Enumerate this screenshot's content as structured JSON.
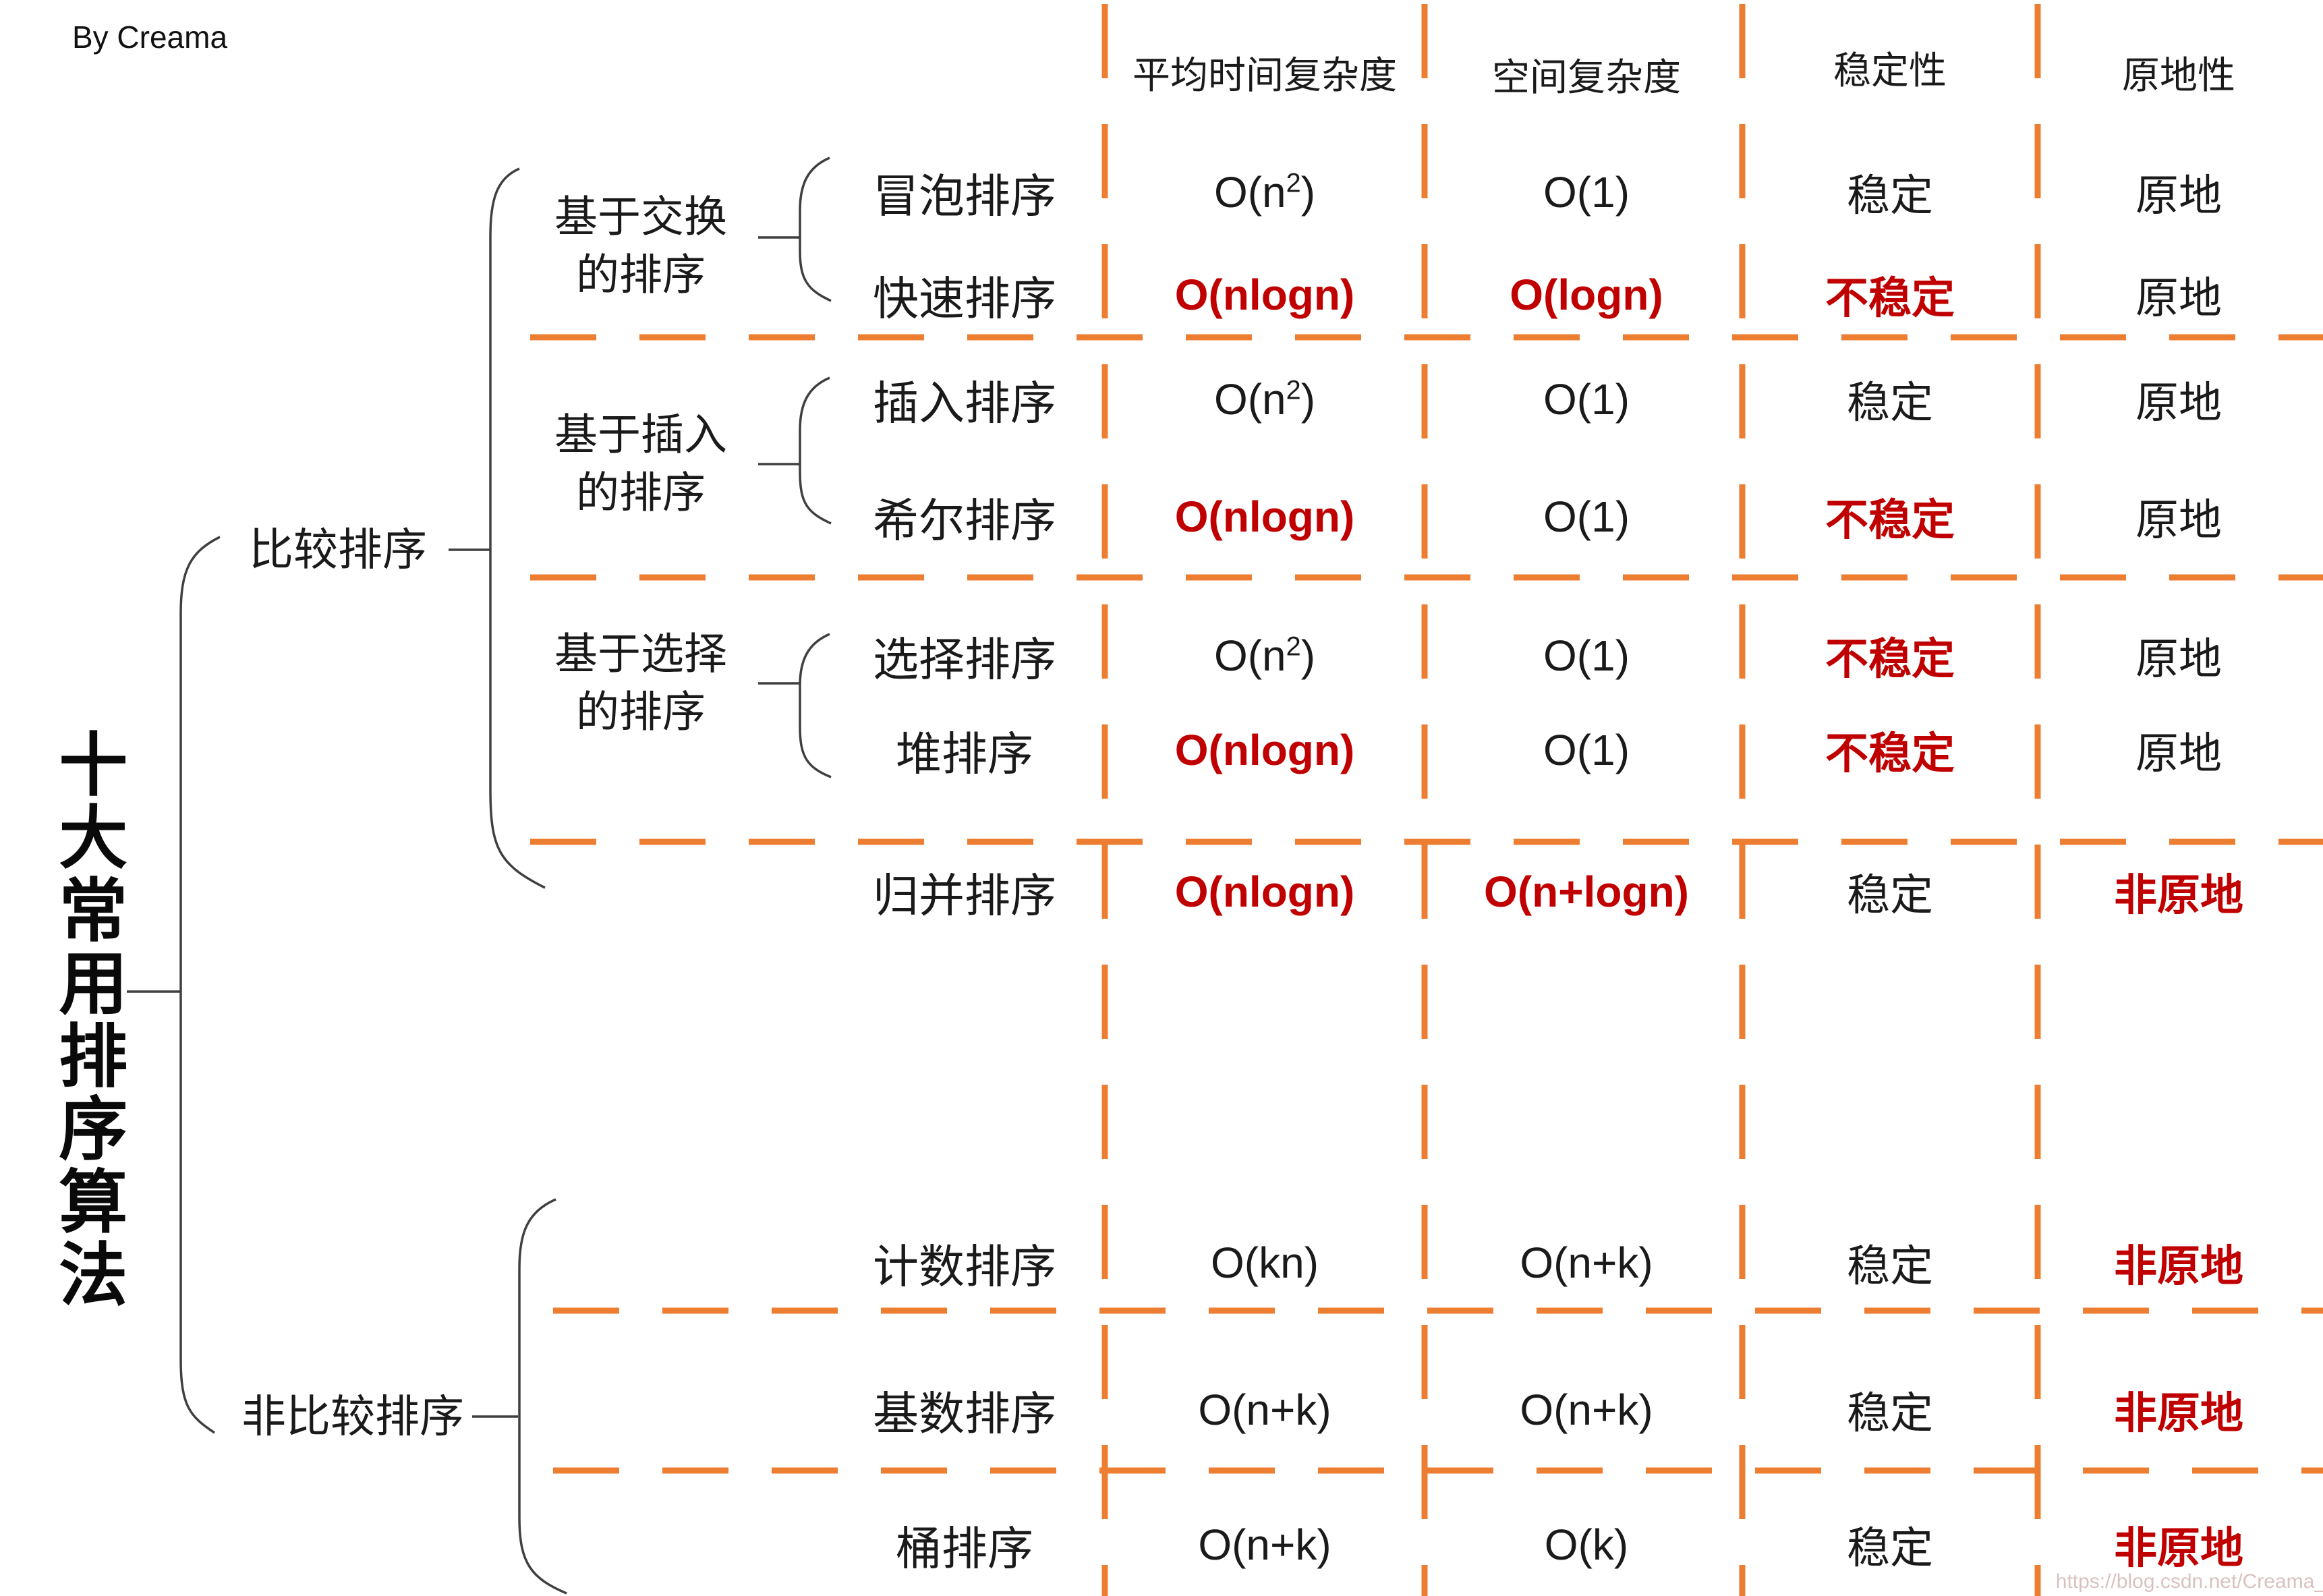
{
  "byline": "By Creama",
  "watermark": "https://blog.csdn.net/Creama_",
  "root": {
    "title": "十大常用排序算法"
  },
  "branches": {
    "comparison": "比较排序",
    "non_comparison": "非比较排序",
    "groups": [
      {
        "label": "基于交换\n的排序"
      },
      {
        "label": "基于插入\n的排序"
      },
      {
        "label": "基于选择\n的排序"
      }
    ]
  },
  "columns": [
    {
      "label": "平均时间复杂度"
    },
    {
      "label": "空间复杂度"
    },
    {
      "label": "稳定性"
    },
    {
      "label": "原地性"
    }
  ],
  "colors": {
    "accent_orange": "#ED7D31",
    "highlight_red": "#C00000",
    "text_black": "#1A1A1A"
  },
  "rows": [
    {
      "name": "冒泡排序",
      "time": {
        "text": "O(n^2)",
        "red": false
      },
      "space": {
        "text": "O(1)",
        "red": false
      },
      "stability": {
        "text": "稳定",
        "red": false
      },
      "in_place": {
        "text": "原地",
        "red": false
      }
    },
    {
      "name": "快速排序",
      "time": {
        "text": "O(nlogn)",
        "red": true
      },
      "space": {
        "text": "O(logn)",
        "red": true
      },
      "stability": {
        "text": "不稳定",
        "red": true
      },
      "in_place": {
        "text": "原地",
        "red": false
      }
    },
    {
      "name": "插入排序",
      "time": {
        "text": "O(n^2)",
        "red": false
      },
      "space": {
        "text": "O(1)",
        "red": false
      },
      "stability": {
        "text": "稳定",
        "red": false
      },
      "in_place": {
        "text": "原地",
        "red": false
      }
    },
    {
      "name": "希尔排序",
      "time": {
        "text": "O(nlogn)",
        "red": true
      },
      "space": {
        "text": "O(1)",
        "red": false
      },
      "stability": {
        "text": "不稳定",
        "red": true
      },
      "in_place": {
        "text": "原地",
        "red": false
      }
    },
    {
      "name": "选择排序",
      "time": {
        "text": "O(n^2)",
        "red": false
      },
      "space": {
        "text": "O(1)",
        "red": false
      },
      "stability": {
        "text": "不稳定",
        "red": true
      },
      "in_place": {
        "text": "原地",
        "red": false
      }
    },
    {
      "name": "堆排序",
      "time": {
        "text": "O(nlogn)",
        "red": true
      },
      "space": {
        "text": "O(1)",
        "red": false
      },
      "stability": {
        "text": "不稳定",
        "red": true
      },
      "in_place": {
        "text": "原地",
        "red": false
      }
    },
    {
      "name": "归并排序",
      "time": {
        "text": "O(nlogn)",
        "red": true
      },
      "space": {
        "text": "O(n+logn)",
        "red": true
      },
      "stability": {
        "text": "稳定",
        "red": false
      },
      "in_place": {
        "text": "非原地",
        "red": true
      }
    },
    {
      "name": "计数排序",
      "time": {
        "text": "O(kn)",
        "red": false
      },
      "space": {
        "text": "O(n+k)",
        "red": false
      },
      "stability": {
        "text": "稳定",
        "red": false
      },
      "in_place": {
        "text": "非原地",
        "red": true
      }
    },
    {
      "name": "基数排序",
      "time": {
        "text": "O(n+k)",
        "red": false
      },
      "space": {
        "text": "O(n+k)",
        "red": false
      },
      "stability": {
        "text": "稳定",
        "red": false
      },
      "in_place": {
        "text": "非原地",
        "red": true
      }
    },
    {
      "name": "桶排序",
      "time": {
        "text": "O(n+k)",
        "red": false
      },
      "space": {
        "text": "O(k)",
        "red": false
      },
      "stability": {
        "text": "稳定",
        "red": false
      },
      "in_place": {
        "text": "非原地",
        "red": true
      }
    }
  ]
}
